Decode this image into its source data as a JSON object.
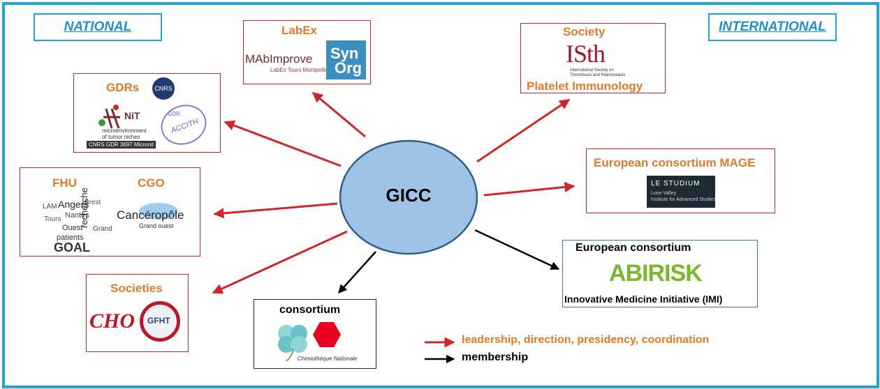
{
  "tags": {
    "national": "NATIONAL",
    "international": "INTERNATIONAL"
  },
  "center": {
    "label": "GICC"
  },
  "boxes": {
    "labex": {
      "title": "LabEx",
      "mabimprove": "MAbImprove",
      "mabimprove_sub": "LabEx Tours Montpellier",
      "synorg_line1": "Syn",
      "synorg_line2": "Org"
    },
    "gdrs": {
      "title": "GDRs",
      "cnrs": "CNRS",
      "nit": "NiT",
      "nit_sub1": "microenvironment",
      "nit_sub2": "of tumor niches",
      "micronit": "CNRS GDR 3697 Micronit",
      "gdr": "GDR",
      "accith": "ACCITH"
    },
    "fhu": {
      "title_fhu": "FHU",
      "title_cgo": "CGO",
      "goal": "GOAL",
      "words": [
        "Angers",
        "LAM",
        "recherche",
        "Nantes",
        "Tours",
        "Ouest",
        "patients",
        "Grand",
        "Brest"
      ],
      "canceropole": "Cancéropôle",
      "canceropole_sub": "Grand ouest"
    },
    "societies": {
      "title": "Societies",
      "cho": "CHO",
      "gfht": "GFHT"
    },
    "consortium": {
      "title": "consortium",
      "chimio": "Chimiothèque Nationale"
    },
    "society": {
      "title": "Society",
      "isth": "ISth",
      "isth_sub1": "International Society on",
      "isth_sub2": "Thrombosis and Haemostasis",
      "platelet": "Platelet Immunology"
    },
    "mage": {
      "title": "European  consortium  MAGE",
      "studium": "LE STUDIUM",
      "studium_sub1": "Loire Valley",
      "studium_sub2": "Institute for Advanced Studies"
    },
    "abirisk": {
      "title": "European  consortium",
      "logo": "ABIRISK",
      "sub": "Innovative Medicine Initiative (IMI)"
    }
  },
  "legend": {
    "leadership": "leadership,  direction,  presidency,  coordination",
    "membership": "membership"
  },
  "colors": {
    "red_arrow": "#d0252b",
    "black_arrow": "#000000",
    "orange_text": "#e07a2e",
    "frame_blue": "#1ea7de",
    "ellipse_fill": "#9ec3e6",
    "ellipse_stroke": "#2f5f8a"
  }
}
